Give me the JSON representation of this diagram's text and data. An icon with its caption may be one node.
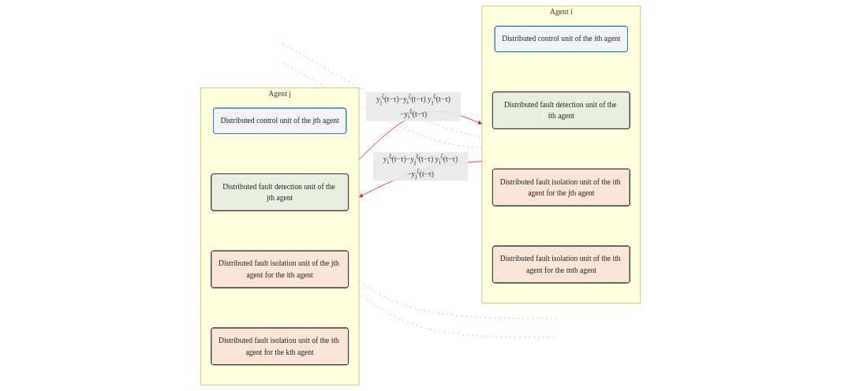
{
  "diagram": {
    "nodes": [
      {
        "text": [
          "Agent i"
        ]
      },
      {
        "text": [
          "Distributed control unit of the ith agent"
        ],
        "in": 0
      },
      {
        "text": [
          "Distributed fault detection unit of the ith agent"
        ],
        "in": 0
      },
      {
        "text": [
          "Distributed fault isolation unit of the ith agent for the jth agent"
        ],
        "in": 0
      },
      {
        "text": [
          "Distributed fault isolation unit of the ith agent for the mth agent"
        ],
        "in": 0
      },
      {
        "text": [
          "Agent j"
        ]
      },
      {
        "text": [
          "Distributed control unit of the jth agent"
        ],
        "in": 5
      },
      {
        "text": [
          "Distributed fault detection unit of the jth agent"
        ],
        "in": 5
      },
      {
        "text": [
          "Distributed fault isolation unit of the jth agent for the ith agent"
        ],
        "in": 5
      },
      {
        "text": [
          "Distributed fault isolation unit of the ith agent for the kth agent"
        ],
        "in": 5
      }
    ],
    "edges": [
      {
        "from": 5,
        "to": 0,
        "arrow": "to",
        "label": "y$_{j}$$^{ζ}$(t−τ)−y$_{i}$$^{ζ}$(t−τ) y$_{j}$$^{ξ}$(t−τ)−y$_{i}$$^{ξ}$(t−τ)",
        "color": "#e8262a"
      },
      {
        "from": 0,
        "to": 5,
        "arrow": "to",
        "label": "y$_{i}$$^{ξ}$(t−τ)−y$_{j}$$^{ξ}$(t−τ) y$_{i}$$^{ζ}$(t−τ)−y$_{j}$$^{ζ}$(t−τ)",
        "color": "#e8262a"
      },
      {
        "from": null,
        "to": 0,
        "arrow": "none",
        "style": "dashed",
        "color": "#f08080"
      },
      {
        "from": null,
        "to": 0,
        "arrow": "none",
        "style": "dashed",
        "color": "#f08080"
      },
      {
        "from": 5,
        "to": null,
        "arrow": "none",
        "style": "dashed",
        "color": "#f08080"
      },
      {
        "from": 5,
        "to": null,
        "arrow": "none",
        "style": "dashed",
        "color": "#f08080"
      }
    ]
  }
}
